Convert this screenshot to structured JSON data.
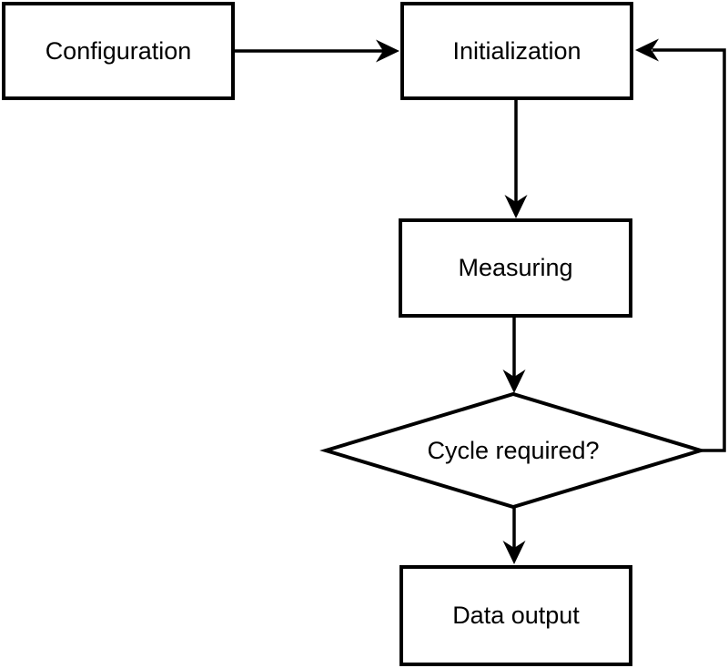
{
  "diagram": {
    "type": "flowchart",
    "background_color": "#ffffff",
    "stroke_color": "#000000",
    "text_color": "#000000",
    "nodes": {
      "configuration": {
        "label": "Configuration",
        "shape": "rectangle"
      },
      "initialization": {
        "label": "Initialization",
        "shape": "rectangle"
      },
      "measuring": {
        "label": "Measuring",
        "shape": "rectangle"
      },
      "cycle_required": {
        "label": "Cycle required?",
        "shape": "diamond"
      },
      "data_output": {
        "label": "Data output",
        "shape": "rectangle"
      }
    },
    "edges": [
      {
        "from": "configuration",
        "to": "initialization",
        "direction": "right"
      },
      {
        "from": "initialization",
        "to": "measuring",
        "direction": "down"
      },
      {
        "from": "measuring",
        "to": "cycle_required",
        "direction": "down"
      },
      {
        "from": "cycle_required",
        "to": "data_output",
        "direction": "down"
      },
      {
        "from": "cycle_required",
        "to": "initialization",
        "direction": "loop-back-right-up"
      }
    ]
  }
}
